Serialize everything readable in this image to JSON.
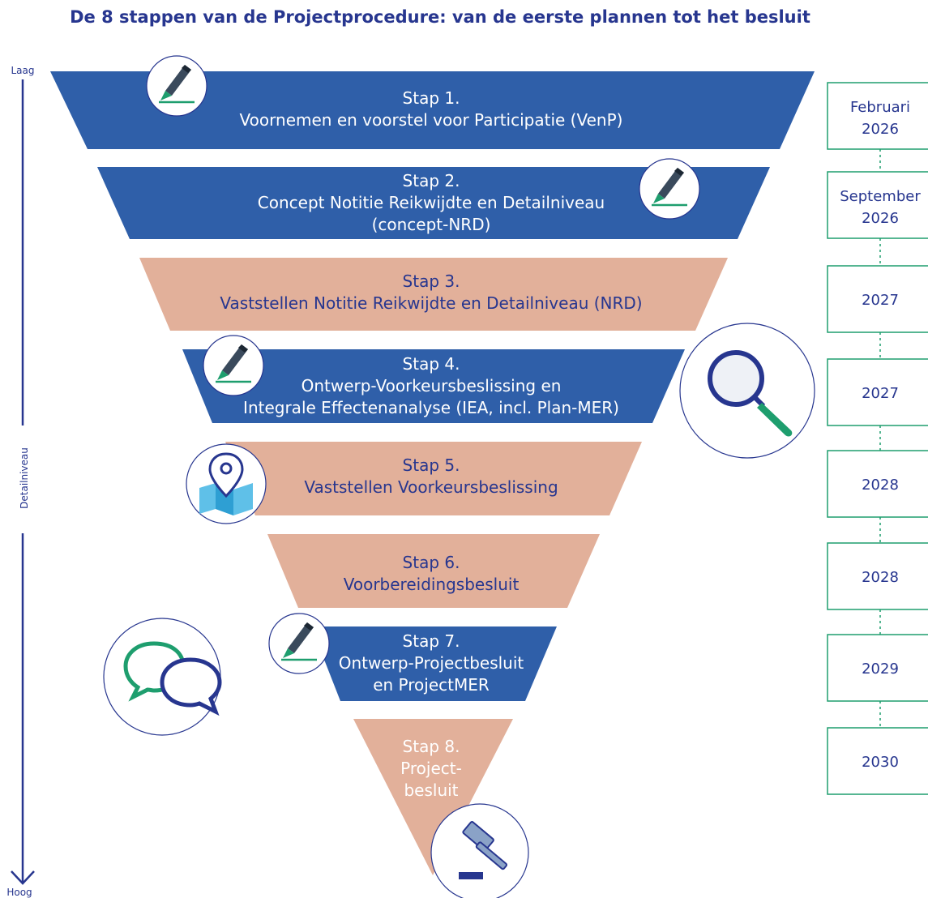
{
  "title": "De 8 stappen van de Projectprocedure: van de eerste plannen tot het besluit",
  "axis": {
    "top": "Laag",
    "middle": "Detailniveau",
    "bottom": "Hoog"
  },
  "colors": {
    "blue": "#2f5fa9",
    "salmon": "#e2b09a",
    "green": "#1e9e6e",
    "navy": "#27368f"
  },
  "steps": [
    {
      "lines": [
        "Stap 1.",
        "Voornemen en voorstel voor Participatie (VenP)"
      ],
      "color": "blue",
      "icon": "pen-icon"
    },
    {
      "lines": [
        "Stap 2.",
        "Concept Notitie Reikwijdte en Detailniveau",
        "(concept-NRD)"
      ],
      "color": "blue",
      "icon": "pen-icon"
    },
    {
      "lines": [
        "Stap 3.",
        "Vaststellen Notitie Reikwijdte en Detailniveau (NRD)"
      ],
      "color": "salmon",
      "icon": ""
    },
    {
      "lines": [
        "Stap 4.",
        "Ontwerp-Voorkeursbeslissing en",
        "Integrale Effectenanalyse (IEA, incl. Plan-MER)"
      ],
      "color": "blue",
      "icon": "pen-icon"
    },
    {
      "lines": [
        "Stap 5.",
        "Vaststellen Voorkeursbeslissing"
      ],
      "color": "salmon",
      "icon": "map-pin-icon"
    },
    {
      "lines": [
        "Stap 6.",
        "Voorbereidingsbesluit"
      ],
      "color": "salmon",
      "icon": ""
    },
    {
      "lines": [
        "Stap 7.",
        "Ontwerp-Projectbesluit",
        "en ProjectMER"
      ],
      "color": "blue",
      "icon": "pen-icon"
    },
    {
      "lines": [
        "Stap 8.",
        "Project-",
        "besluit"
      ],
      "color": "salmon",
      "icon": "gavel-icon"
    }
  ],
  "dates": [
    [
      "Februari",
      "2026"
    ],
    [
      "September",
      "2026"
    ],
    [
      "2027"
    ],
    [
      "2027"
    ],
    [
      "2028"
    ],
    [
      "2028"
    ],
    [
      "2029"
    ],
    [
      "2030"
    ]
  ],
  "side_icons": [
    "magnifier-icon",
    "speech-bubbles-icon"
  ]
}
